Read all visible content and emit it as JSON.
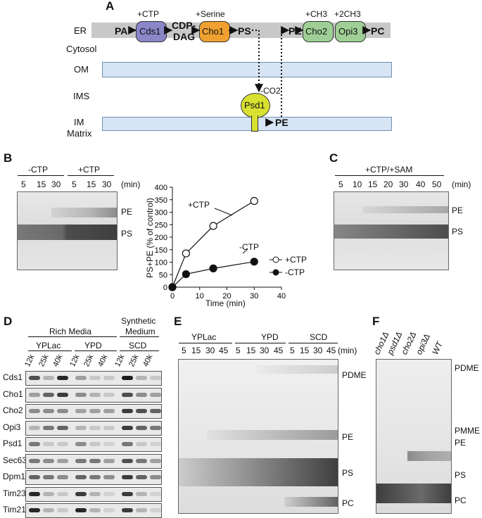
{
  "panels": {
    "A": "A",
    "B": "B",
    "C": "C",
    "D": "D",
    "E": "E",
    "F": "F"
  },
  "panelA": {
    "compartments": {
      "er": "ER",
      "cytosol": "Cytosol",
      "om": "OM",
      "ims": "IMS",
      "im": "IM",
      "matrix": "Matrix"
    },
    "lipids": {
      "pa": "PA",
      "cdp_dag_1": "CDP-",
      "cdp_dag_2": "DAG",
      "ps": "PS",
      "pe_er": "PE",
      "pc": "PC",
      "pe_im": "PE"
    },
    "enzymes": {
      "cds1": "Cds1",
      "cho1": "Cho1",
      "cho2": "Cho2",
      "opi3": "Opi3",
      "psd1": "Psd1"
    },
    "cofactors": {
      "ctp": "+CTP",
      "serine": "+Serine",
      "ch3": "+CH3",
      "ch3x2": "+2CH3",
      "co2": "-CO2"
    },
    "colors": {
      "cds1": "#8a86c8",
      "cho1": "#f0a030",
      "cho2": "#9fcf96",
      "opi3": "#9fcf96",
      "psd1": "#d8e030",
      "membrane": "#d6e4f4",
      "er": "#c8c8c8"
    }
  },
  "panelB": {
    "gel": {
      "group_minus": "-CTP",
      "group_plus": "+CTP",
      "lanes": [
        "5",
        "15",
        "30",
        "5",
        "15",
        "30"
      ],
      "unit": "(min)",
      "bands": [
        "PE",
        "PS"
      ]
    },
    "chart_data": {
      "type": "line",
      "xlabel": "Time (min)",
      "ylabel": "PS+PE  (% of control)",
      "xlim": [
        0,
        40
      ],
      "ylim": [
        0,
        400
      ],
      "xticks": [
        "0",
        "10",
        "20",
        "30",
        "40"
      ],
      "yticks": [
        "0",
        "50",
        "100",
        "150",
        "200",
        "250",
        "300",
        "350",
        "400"
      ],
      "series": [
        {
          "name": "+CTP",
          "x": [
            0,
            5,
            15,
            30
          ],
          "values": [
            0,
            135,
            245,
            345
          ],
          "marker": "open"
        },
        {
          "name": "-CTP",
          "x": [
            0,
            5,
            15,
            30
          ],
          "values": [
            0,
            52,
            75,
            102
          ],
          "marker": "filled"
        }
      ],
      "annotations": [
        "+CTP",
        "-CTP"
      ],
      "legend": "bottom-right"
    }
  },
  "panelC": {
    "condition": "+CTP/+SAM",
    "lanes": [
      "5",
      "10",
      "15",
      "20",
      "30",
      "40",
      "50"
    ],
    "unit": "(min)",
    "bands": [
      "PE",
      "PS"
    ]
  },
  "panelD": {
    "rich_media": "Rich Media",
    "synthetic_1": "Synthetic",
    "synthetic_2": "Medium",
    "conditions": [
      "YPLac",
      "YPD",
      "SCD"
    ],
    "fractions": [
      "12k",
      "25k",
      "40k",
      "12k",
      "25k",
      "40k",
      "12k",
      "25k",
      "40k"
    ],
    "proteins": [
      "Cds1",
      "Cho1",
      "Cho2",
      "Opi3",
      "Psd1",
      "Sec63",
      "Dpm1",
      "Tim23",
      "Tim21"
    ]
  },
  "panelE": {
    "conditions": [
      "YPLac",
      "YPD",
      "SCD"
    ],
    "lanes": [
      "5",
      "15",
      "30",
      "45",
      "5",
      "15",
      "30",
      "45",
      "5",
      "15",
      "30",
      "45"
    ],
    "unit": "(min)",
    "bands": [
      "PDME",
      "PE",
      "PS",
      "PC"
    ]
  },
  "panelF": {
    "strains": [
      "cho1Δ",
      "psd1Δ",
      "cho2Δ",
      "opi3Δ",
      "WT"
    ],
    "bands": [
      "PDME",
      "PMME",
      "PE",
      "PS",
      "PC"
    ]
  }
}
